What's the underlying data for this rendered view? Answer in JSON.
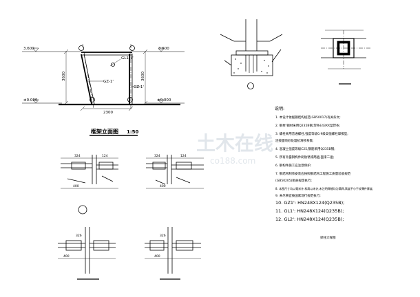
{
  "elevation": {
    "title": "框架立面图",
    "scale": "1:50",
    "level_top_left": "3.600",
    "level_top_right": "3.600",
    "level_base_left": "±0.000",
    "level_base_right": "±0.000",
    "column_left": "GZ-1'",
    "column_right": "GZ-1'",
    "beam": "GL1-1'",
    "height_left": "3600",
    "height_right": "3600",
    "span": "2300"
  },
  "details": {
    "dim_a": "400",
    "dim_b": "400",
    "dim_c": "400",
    "dim_d": "400",
    "dim_top_a": "324",
    "dim_top_b": "124",
    "dim_top_c": "324",
    "dim_top_d": "124",
    "dim_mid_a": "326",
    "dim_mid_b": "326"
  },
  "notes": {
    "heading": "说明:",
    "items": [
      "1. 本设计依据钢结构规范(GB50017)有关条文;",
      "2. 钢材:钢材采用Q235B钢,焊条E43XX型焊条;",
      "3. 螺栓采用普通螺栓,强度等级0.9级高强螺栓摩擦型;",
      "   连接面喷砂处理抗滑移系数;",
      "4. 混凝土强度等级C25,钢筋采用Q235B钢;",
      "5. 所有外露钢构件刷防锈漆两遍,面漆二遍;",
      "6. 钢构件施工应注意保护;",
      "7. 钢结构制作安装应按照钢结构工程施工质量验收规范",
      "   (GB50205)相关规定执行;",
      "8. 本图尺寸均以毫米计,标高以米计,未注明焊缝均为满焊,高度不小于较薄件厚度;",
      "9. 未尽事宜按国家现行规范执行;",
      "10. GZ1': HN248X124(Q235B);",
      "11. GL1': HN248X124(Q235B);",
      "12. GL2': HN248X124(Q235B);"
    ],
    "footnote": "梁柱大样图"
  },
  "watermark": {
    "main": "土木在线",
    "sub": "co188.com"
  }
}
